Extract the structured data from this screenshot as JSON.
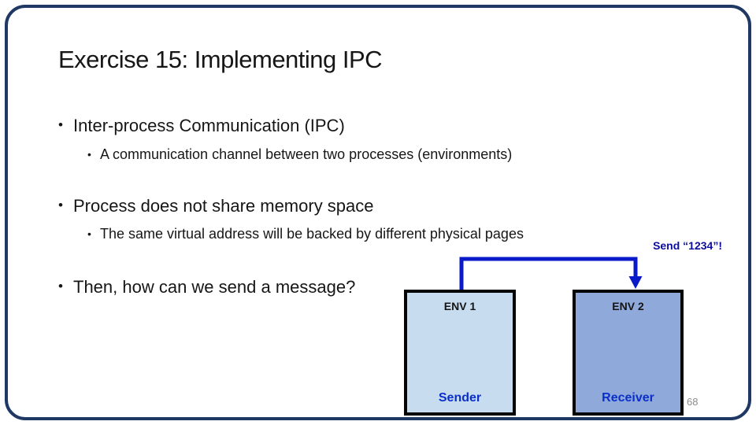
{
  "slide": {
    "title": "Exercise 15: Implementing IPC",
    "bullet_glyph": "•",
    "bullets": [
      {
        "level": 1,
        "text": "Inter-process Communication (IPC)"
      },
      {
        "level": 2,
        "text": "A communication channel between two processes (environments)"
      },
      {
        "level": 1,
        "text": "Process does not share memory space"
      },
      {
        "level": 2,
        "text": "The same virtual address will be backed by different physical pages"
      },
      {
        "level": 1,
        "text": "Then, how can we send a message?"
      }
    ],
    "diagram": {
      "annotation": "Send “1234”!",
      "annotation_color": "#0D0D9E",
      "arrow_color": "#0B1AC8",
      "box_border_color": "#050505",
      "role_label_color": "#0B2FC9",
      "boxes": [
        {
          "title": "ENV 1",
          "role": "Sender",
          "fill": "#C8DCF0"
        },
        {
          "title": "ENV 2",
          "role": "Receiver",
          "fill": "#8FA9DA"
        }
      ]
    },
    "accent_border_color": "#1F3864",
    "page_number": "68"
  }
}
